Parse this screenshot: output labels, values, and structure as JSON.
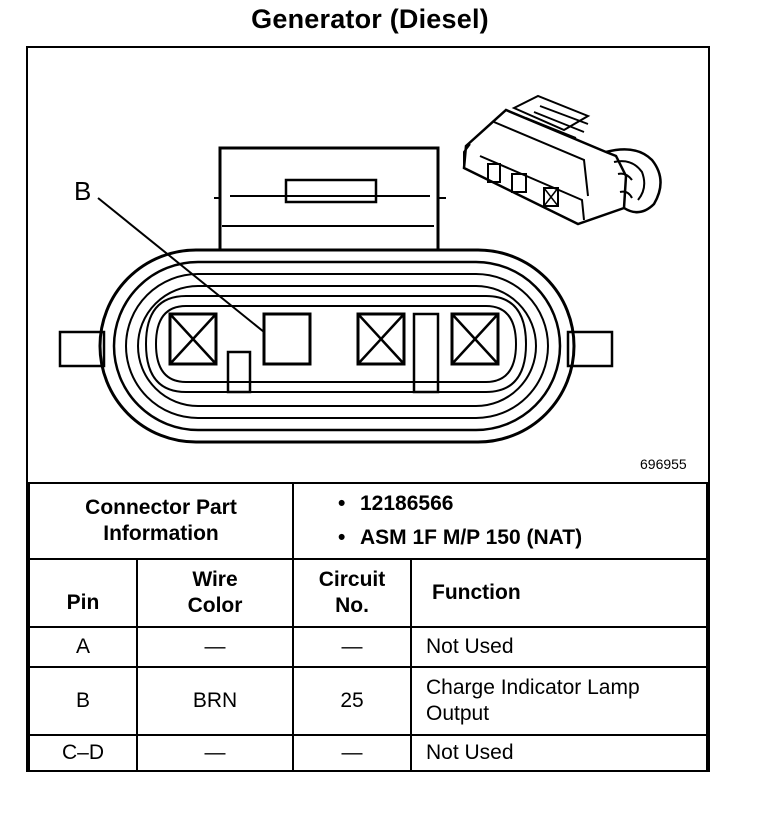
{
  "title": "Generator (Diesel)",
  "figure_number": "696955",
  "callout_label": "B",
  "connector_part_info": {
    "label_line1": "Connector Part",
    "label_line2": "Information",
    "items": [
      "12186566",
      "ASM 1F M/P 150 (NAT)"
    ]
  },
  "columns": {
    "pin": "Pin",
    "wire_line1": "Wire",
    "wire_line2": "Color",
    "circuit_line1": "Circuit",
    "circuit_line2": "No.",
    "function": "Function"
  },
  "rows": [
    {
      "pin": "A",
      "wire": "—",
      "circuit": "—",
      "function_line1": "Not Used",
      "function_line2": ""
    },
    {
      "pin": "B",
      "wire": "BRN",
      "circuit": "25",
      "function_line1": "Charge Indicator Lamp",
      "function_line2": "Output"
    },
    {
      "pin": "C–D",
      "wire": "—",
      "circuit": "—",
      "function_line1": "Not Used",
      "function_line2": ""
    }
  ]
}
